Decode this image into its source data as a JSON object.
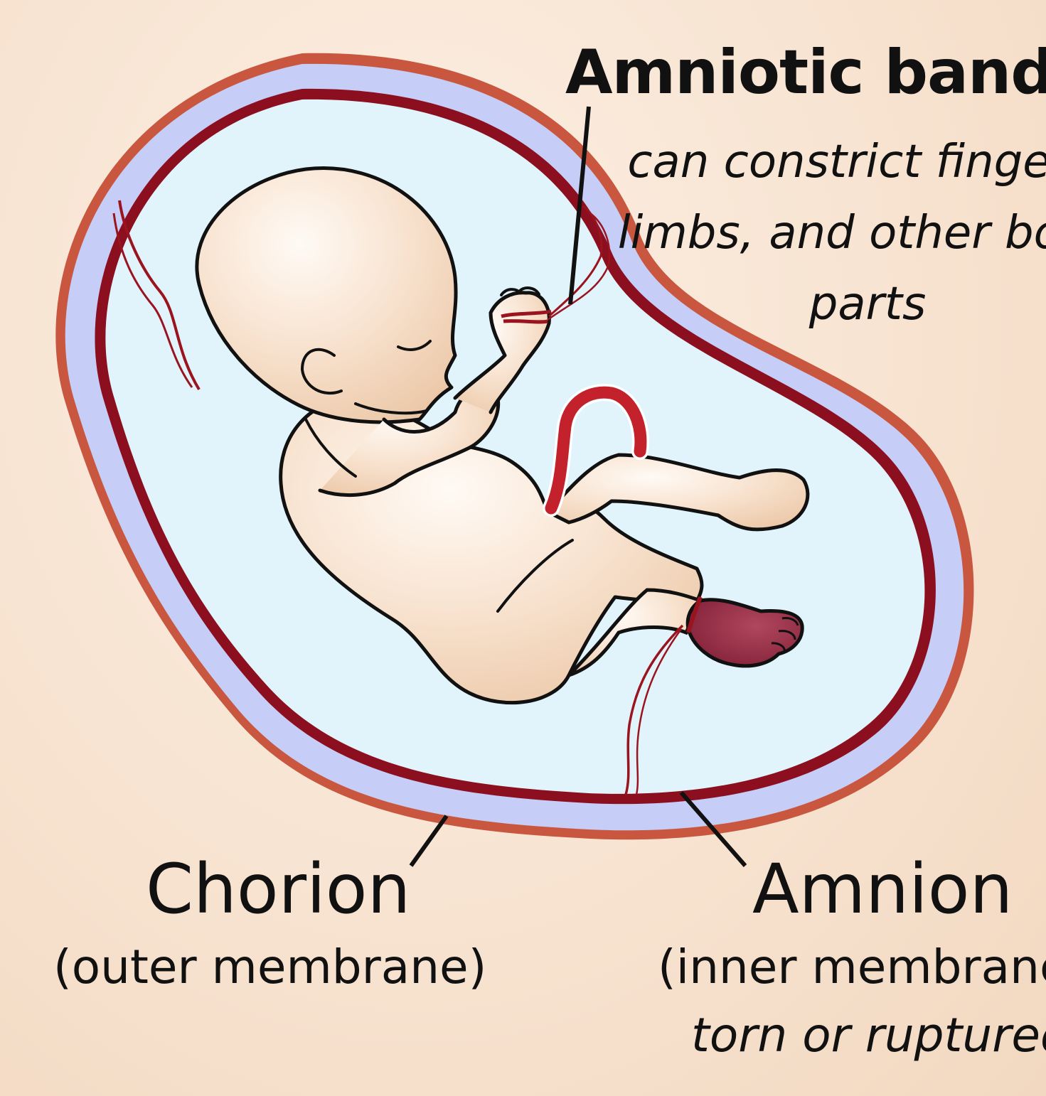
{
  "labels": {
    "amniotic_band_title": "Amniotic band",
    "amniotic_band_description": "can constrict fingers, limbs, and other body parts",
    "chorion_title": "Chorion",
    "chorion_description": "(outer membrane)",
    "amnion_title": "Amnion",
    "amnion_description": "(inner membrane)",
    "amnion_note": "torn or ruptured"
  },
  "colors": {
    "background": "#f7e2cf",
    "chorion": "#c9573f",
    "amnion": "#8b0f1f",
    "membrane_gap": "#c6cdf6",
    "amniotic_fluid": "#e2f4fb",
    "skin": "#f8e3d0",
    "band": "#9a1420",
    "umbilical_cord": "#c3222c",
    "constricted_foot": "#8e2440",
    "outline": "#111111"
  }
}
